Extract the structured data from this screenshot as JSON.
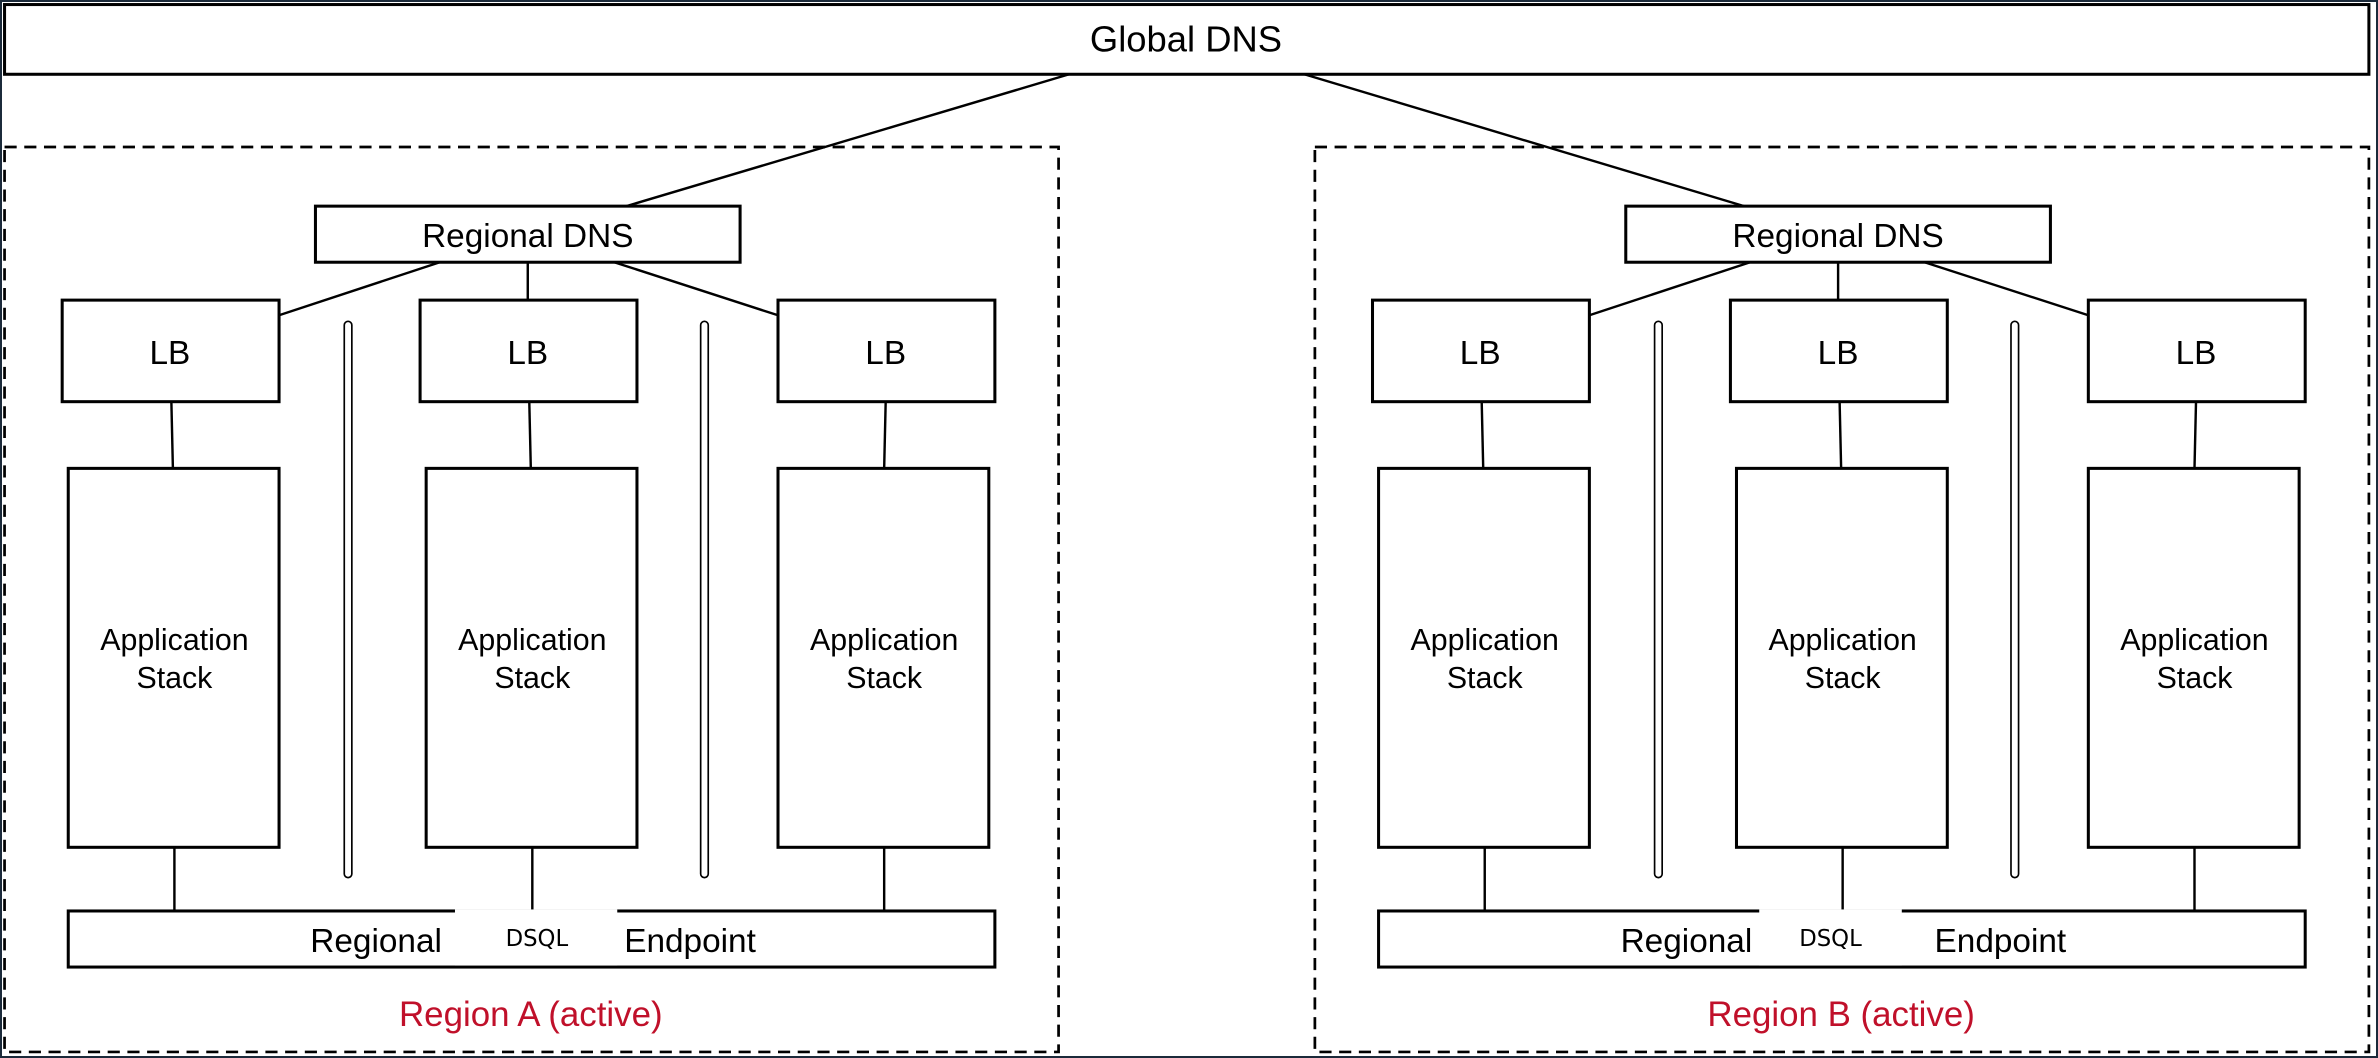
{
  "diagram": {
    "global_dns": {
      "label": "Global DNS"
    },
    "regions": [
      {
        "id": "A",
        "label": "Region A (active)",
        "regional_dns": "Regional DNS",
        "load_balancers": [
          "LB",
          "LB",
          "LB"
        ],
        "app_stacks": [
          {
            "line1": "Application",
            "line2": "Stack"
          },
          {
            "line1": "Application",
            "line2": "Stack"
          },
          {
            "line1": "Application",
            "line2": "Stack"
          }
        ],
        "endpoint": {
          "part1": "Regional",
          "overlay": "DSQL",
          "part2": "Endpoint"
        }
      },
      {
        "id": "B",
        "label": "Region B (active)",
        "regional_dns": "Regional DNS",
        "load_balancers": [
          "LB",
          "LB",
          "LB"
        ],
        "app_stacks": [
          {
            "line1": "Application",
            "line2": "Stack"
          },
          {
            "line1": "Application",
            "line2": "Stack"
          },
          {
            "line1": "Application",
            "line2": "Stack"
          }
        ],
        "endpoint": {
          "part1": "Regional",
          "overlay": "DSQL",
          "part2": "Endpoint"
        }
      }
    ],
    "colors": {
      "region_label": "#c0102a",
      "frame_border": "#1b2a3a"
    }
  }
}
